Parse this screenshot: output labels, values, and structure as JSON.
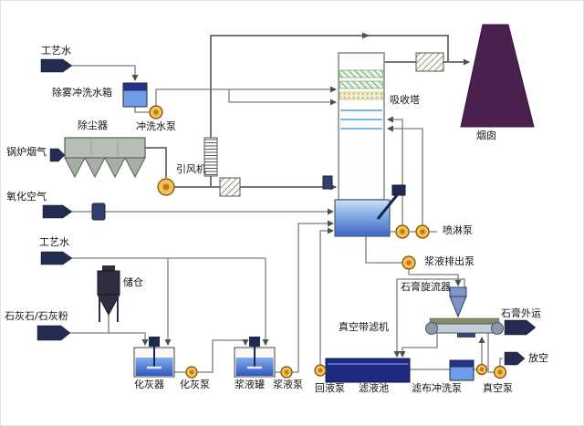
{
  "diagram_type": "flue-gas-desulfurization-process-flow",
  "palette": {
    "pipe": "#76827a",
    "gas_duct": "#6e7a72",
    "block_arrow": "#242c52",
    "chimney": "#4b2150",
    "pump_yellow": "#f2c14e",
    "liquid_blue": "#3f6ad8",
    "tank_blue": "#6f9be8",
    "tank_top_navy": "#25328a",
    "pool_navy": "#1d2a7e",
    "demister_green": "#3e8e3e",
    "silo_dark": "#2e2e40"
  },
  "labels": {
    "process_water_top": "工艺水",
    "demister_flush_tank": "除雾冲洗水箱",
    "dust_collector": "除尘器",
    "flush_water_pump": "冲洗水泵",
    "boiler_flue_gas": "锅炉烟气",
    "id_fan": "引风机",
    "oxidation_air": "氧化空气",
    "absorber_tower": "吸收塔",
    "chimney": "烟囱",
    "process_water_mid": "工艺水",
    "spray_pump": "喷淋泵",
    "slurry_discharge_pump": "浆液排出泵",
    "gypsum_cyclone": "石膏旋流器",
    "gypsum_out": "石膏外运",
    "vacuum_belt_filter": "真空带滤机",
    "vent": "放空",
    "storage_silo": "储仓",
    "limestone_powder": "石灰石/石灰粉",
    "lime_slaker": "化灰器",
    "lime_pump": "化灰泵",
    "slurry_tank": "浆液罐",
    "slurry_pump": "浆液泵",
    "return_liquid_pump": "回液泵",
    "filtrate_pool": "滤液池",
    "cloth_flush_pump": "滤布冲洗泵",
    "vacuum_pump": "真空泵"
  }
}
